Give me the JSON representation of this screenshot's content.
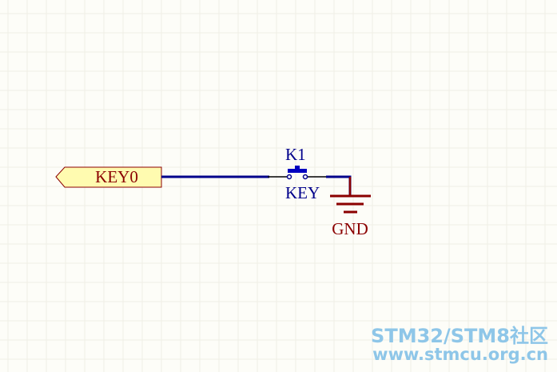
{
  "schematic": {
    "net_port": {
      "label": "KEY0",
      "fill_color": "#fffbb0",
      "border_color": "#8b0000",
      "text_color": "#8b0000"
    },
    "switch": {
      "designator": "K1",
      "value": "KEY",
      "color": "#00008b",
      "pad_color": "#0000c0"
    },
    "wire_color": "#00008b",
    "ground": {
      "label": "GND",
      "color": "#8b0000"
    },
    "grid_color": "#f0eee6"
  },
  "watermark": {
    "line1": "STM32/STM8社区",
    "line2": "www.stmcu.org.cn",
    "color": "#8ec6e8"
  }
}
